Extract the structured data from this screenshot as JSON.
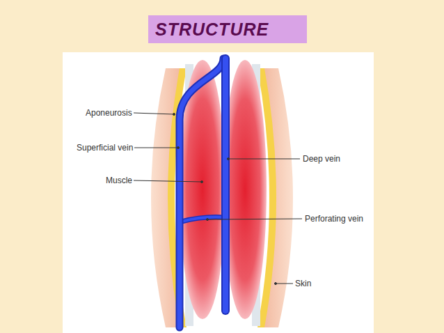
{
  "diagram": {
    "title": "STRUCTURE",
    "labels": [
      "Aponeurosis",
      "Superficial vein",
      "Muscle",
      "Deep vein",
      "Perforating vein",
      "Skin"
    ]
  }
}
